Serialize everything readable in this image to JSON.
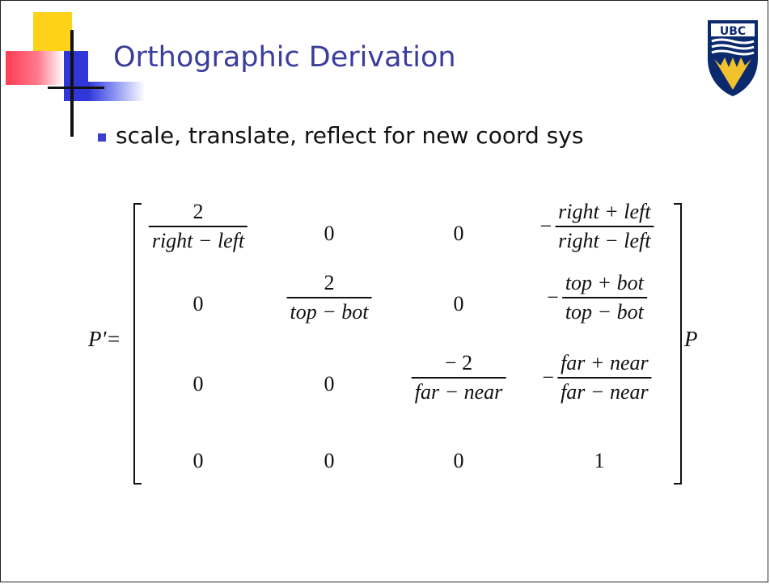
{
  "slide": {
    "title": "Orthographic Derivation",
    "logo_text": "UBC",
    "bullet": "scale, translate, reflect for new coord sys"
  },
  "equation": {
    "lhs": "P'=",
    "rhs": "P",
    "matrix": {
      "r0": {
        "c0": {
          "num": "2",
          "den": "right − left"
        },
        "c1": "0",
        "c2": "0",
        "c3": {
          "sign": "−",
          "num": "right + left",
          "den": "right − left"
        }
      },
      "r1": {
        "c0": "0",
        "c1": {
          "num": "2",
          "den": "top − bot"
        },
        "c2": "0",
        "c3": {
          "sign": "−",
          "num": "top + bot",
          "den": "top − bot"
        }
      },
      "r2": {
        "c0": "0",
        "c1": "0",
        "c2": {
          "num": "− 2",
          "den": "far − near"
        },
        "c3": {
          "sign": "−",
          "num": "far + near",
          "den": "far − near"
        }
      },
      "r3": {
        "c0": "0",
        "c1": "0",
        "c2": "0",
        "c3": "1"
      }
    }
  },
  "colors": {
    "title": "#3a3d9b",
    "bullet_marker": "#3a3fcf",
    "deco_yellow": "#ffd21a",
    "deco_red": "#ff3c55",
    "deco_blue": "#2f37d9",
    "logo_navy": "#0b2a6e",
    "logo_gold": "#f2c12e"
  }
}
